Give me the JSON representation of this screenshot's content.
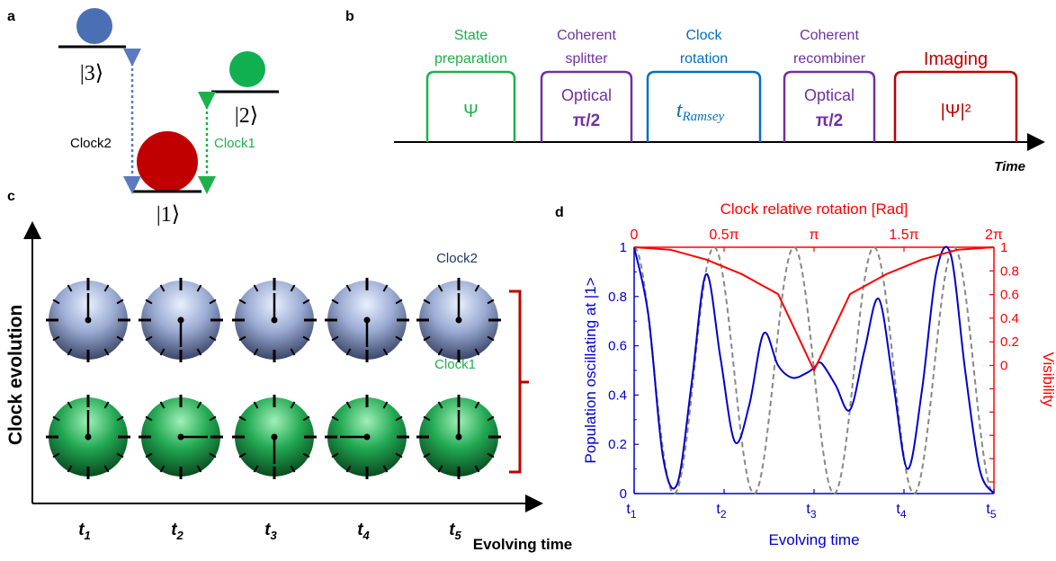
{
  "panels": {
    "a": "a",
    "b": "b",
    "c": "c",
    "d": "d"
  },
  "colors": {
    "green": "#1cb14a",
    "purple": "#7030a0",
    "blue_step": "#0070c0",
    "red": "#c00000",
    "state1": "#c00000",
    "state2": "#10b050",
    "state3": "#4a6fb5",
    "arrow2": "#5b7bbf",
    "curve_blue": "#0000cc",
    "curve_red": "#ff0000",
    "dashed": "#888888"
  },
  "panel_a": {
    "state3": "|3⟩",
    "state2": "|2⟩",
    "state1": "|1⟩",
    "clock2": "Clock2",
    "clock1": "Clock1"
  },
  "panel_b": {
    "steps": [
      {
        "line1": "State",
        "line2": "preparation",
        "symbol": "Ψ"
      },
      {
        "line1": "Coherent",
        "line2": "splitter",
        "symbol": "Optical",
        "symbol2": "π/2"
      },
      {
        "line1": "Clock",
        "line2": "rotation",
        "symbol": "t",
        "symbol_sub": "Ramsey"
      },
      {
        "line1": "Coherent",
        "line2": "recombiner",
        "symbol": "Optical",
        "symbol2": "π/2"
      },
      {
        "line1": "Imaging",
        "line2": "",
        "symbol": "|Ψ|²"
      }
    ],
    "time_label": "Time"
  },
  "panel_c": {
    "ylabel": "Clock evolution",
    "xlabel": "Evolving time",
    "clock2": "Clock2",
    "clock1": "Clock1",
    "times": [
      "t",
      "t",
      "t",
      "t",
      "t"
    ],
    "time_subs": [
      "1",
      "2",
      "3",
      "4",
      "5"
    ],
    "clock2_hand_angles": [
      0,
      180,
      0,
      180,
      0
    ],
    "clock1_hand_angles": [
      0,
      90,
      180,
      270,
      0
    ]
  },
  "chart_data": {
    "type": "line",
    "top_axis_label": "Clock relative rotation [Rad]",
    "top_ticks": [
      "0",
      "0.5π",
      "π",
      "1.5π",
      "2π"
    ],
    "xlabel": "Evolving time",
    "x_ticks": [
      "t",
      "t",
      "t",
      "t",
      "t"
    ],
    "x_tick_subs": [
      "1",
      "2",
      "3",
      "4",
      "5"
    ],
    "ylabel": "Population oscillating at |1>",
    "y_ticks": [
      "0",
      "0.2",
      "0.4",
      "0.6",
      "0.8",
      "1"
    ],
    "ylim": [
      0,
      1
    ],
    "y2label": "Visibility",
    "y2_ticks": [
      "0",
      "0.2",
      "0.4",
      "0.6",
      "0.8",
      "1"
    ],
    "xlim": [
      0,
      1
    ],
    "series": [
      {
        "kind": "population",
        "x": [
          0,
          0.04,
          0.08,
          0.12,
          0.16,
          0.2,
          0.24,
          0.28,
          0.32,
          0.36,
          0.4,
          0.44,
          0.48,
          0.5,
          0.52,
          0.56,
          0.6,
          0.64,
          0.68,
          0.72,
          0.76,
          0.8,
          0.84,
          0.88,
          0.92,
          0.96,
          1
        ],
        "y": [
          1,
          0.72,
          0.15,
          0.04,
          0.45,
          0.89,
          0.55,
          0.21,
          0.36,
          0.65,
          0.52,
          0.47,
          0.49,
          0.51,
          0.53,
          0.44,
          0.34,
          0.58,
          0.79,
          0.45,
          0.1,
          0.42,
          0.9,
          0.97,
          0.5,
          0.1,
          0
        ]
      },
      {
        "kind": "visibility",
        "x": [
          0,
          0.1,
          0.2,
          0.3,
          0.4,
          0.5,
          0.6,
          0.7,
          0.8,
          0.9,
          1
        ],
        "y": [
          1,
          0.98,
          0.9,
          0.78,
          0.62,
          0,
          0.62,
          0.78,
          0.9,
          0.98,
          1
        ]
      },
      {
        "kind": "dashed",
        "x": [
          0,
          1
        ],
        "periods": 4.5
      }
    ]
  }
}
